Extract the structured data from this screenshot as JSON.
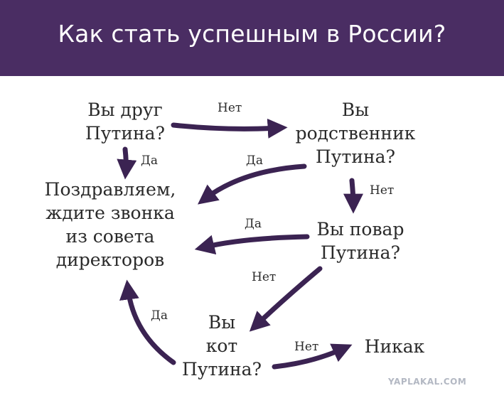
{
  "header": {
    "title": "Как стать успешным в России?"
  },
  "nodes": {
    "friend": [
      "Вы друг",
      "Путина?"
    ],
    "relative": [
      "Вы",
      "родственник",
      "Путина?"
    ],
    "congrats": [
      "Поздравляем,",
      "ждите звонка",
      "из совета",
      "директоров"
    ],
    "cook": [
      "Вы повар",
      "Путина?"
    ],
    "cat": [
      "Вы",
      "кот",
      "Путина?"
    ],
    "never": "Никак"
  },
  "edge_labels": {
    "friend_to_relative": "Нет",
    "friend_to_congrats": "Да",
    "relative_to_congrats": "Да",
    "relative_to_cook": "Нет",
    "cook_to_congrats": "Да",
    "cook_to_cat": "Нет",
    "cat_to_congrats": "Да",
    "cat_to_never": "Нет"
  },
  "watermark": "YAPLAKAL.COM",
  "colors": {
    "banner": "#4a2d63",
    "arrow": "#3b2352",
    "text": "#2a2a2a"
  }
}
